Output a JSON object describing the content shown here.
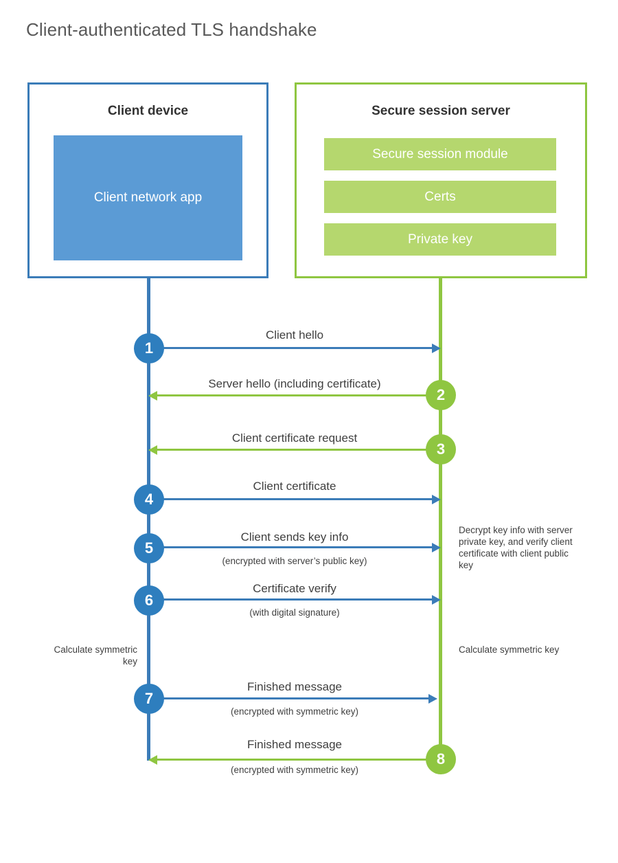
{
  "title": "Client-authenticated TLS handshake",
  "colors": {
    "blue_border": "#3b7cb8",
    "blue_fill": "#5b9bd5",
    "blue_circle": "#2e7ebe",
    "green_border": "#8fc641",
    "green_fill": "#b5d76e",
    "green_circle": "#8fc641",
    "text": "#3f3f3f",
    "title_text": "#595959",
    "background": "#ffffff"
  },
  "client": {
    "title": "Client device",
    "app_label": "Client network app"
  },
  "server": {
    "title": "Secure session server",
    "blocks": [
      {
        "label": "Secure session module"
      },
      {
        "label": "Certs"
      },
      {
        "label": "Private key"
      }
    ]
  },
  "steps": [
    {
      "number": "1",
      "label": "Client hello",
      "sublabel": "",
      "direction": "client-to-server",
      "color": "blue"
    },
    {
      "number": "2",
      "label": "Server hello (including certificate)",
      "sublabel": "",
      "direction": "server-to-client",
      "color": "green"
    },
    {
      "number": "3",
      "label": "Client certificate request",
      "sublabel": "",
      "direction": "server-to-client",
      "color": "green"
    },
    {
      "number": "4",
      "label": "Client certificate",
      "sublabel": "",
      "direction": "client-to-server",
      "color": "blue"
    },
    {
      "number": "5",
      "label": "Client sends key info",
      "sublabel": "(encrypted with server’s public key)",
      "direction": "client-to-server",
      "color": "blue"
    },
    {
      "number": "6",
      "label": "Certificate verify",
      "sublabel": "(with digital signature)",
      "direction": "client-to-server",
      "color": "blue"
    },
    {
      "number": "7",
      "label": "Finished message",
      "sublabel": "(encrypted with symmetric key)",
      "direction": "client-to-server",
      "color": "blue"
    },
    {
      "number": "8",
      "label": "Finished message",
      "sublabel": "(encrypted with symmetric key)",
      "direction": "server-to-client",
      "color": "green"
    }
  ],
  "notes": {
    "server_decrypt": "Decrypt key info with server private key, and verify client certificate with client public key",
    "client_calculate": "Calculate symmetric key",
    "server_calculate": "Calculate symmetric key"
  }
}
